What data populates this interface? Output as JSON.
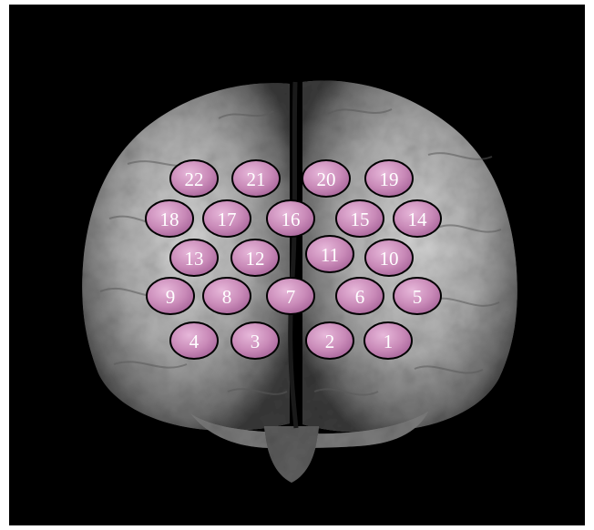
{
  "background_color": "#000000",
  "channel_fill": "#c98ab8",
  "channel_stroke": "#000000",
  "channels": [
    {
      "id": "1",
      "label": "1"
    },
    {
      "id": "2",
      "label": "2"
    },
    {
      "id": "3",
      "label": "3"
    },
    {
      "id": "4",
      "label": "4"
    },
    {
      "id": "5",
      "label": "5"
    },
    {
      "id": "6",
      "label": "6"
    },
    {
      "id": "7",
      "label": "7"
    },
    {
      "id": "8",
      "label": "8"
    },
    {
      "id": "9",
      "label": "9"
    },
    {
      "id": "10",
      "label": "10"
    },
    {
      "id": "11",
      "label": "11"
    },
    {
      "id": "12",
      "label": "12"
    },
    {
      "id": "13",
      "label": "13"
    },
    {
      "id": "14",
      "label": "14"
    },
    {
      "id": "15",
      "label": "15"
    },
    {
      "id": "16",
      "label": "16"
    },
    {
      "id": "17",
      "label": "17"
    },
    {
      "id": "18",
      "label": "18"
    },
    {
      "id": "19",
      "label": "19"
    },
    {
      "id": "20",
      "label": "20"
    },
    {
      "id": "21",
      "label": "21"
    },
    {
      "id": "22",
      "label": "22"
    }
  ]
}
